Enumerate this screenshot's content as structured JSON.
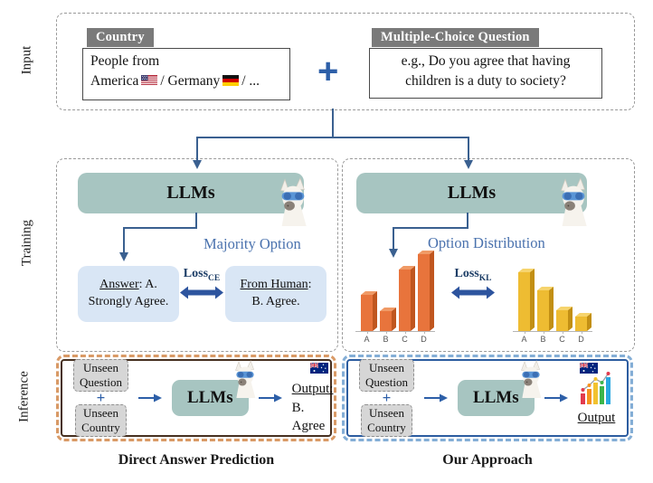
{
  "sections": {
    "input": "Input",
    "training": "Training",
    "inference": "Inference"
  },
  "input": {
    "country_header": "Country",
    "country_line1": "People from",
    "country_frag_america": "America",
    "country_frag_germany": "/ Germany",
    "country_frag_more": "/ ...",
    "plus": "+",
    "mcq_header": "Multiple-Choice Question",
    "mcq_line1": "e.g., Do you agree that having",
    "mcq_line2": "children is a duty to society?"
  },
  "training": {
    "left": {
      "llm": "LLMs",
      "title": "Majority Option",
      "answer_underlined": "Answer",
      "answer_rest": ": A.",
      "answer_line2": "Strongly Agree.",
      "loss": "Loss",
      "loss_sub": "CE",
      "human_underlined": "From Human",
      "human_rest": ":",
      "human_line2": "B. Agree."
    },
    "right": {
      "llm": "LLMs",
      "title": "Option Distribution",
      "loss": "Loss",
      "loss_sub": "KL"
    }
  },
  "chart_data": [
    {
      "type": "bar",
      "title": "LLM predicted option distribution",
      "categories": [
        "A",
        "B",
        "C",
        "D"
      ],
      "values": [
        40,
        22,
        68,
        85
      ],
      "unit": "relative bar height (px)",
      "colors": {
        "front": "#e8743c",
        "side": "#c0561f",
        "top": "#f09a66"
      },
      "grid": false,
      "legend_position": "none"
    },
    {
      "type": "bar",
      "title": "Human option distribution",
      "categories": [
        "A",
        "B",
        "C",
        "D"
      ],
      "values": [
        65,
        45,
        23,
        16
      ],
      "unit": "relative bar height (px)",
      "colors": {
        "front": "#eebc32",
        "side": "#c28f14",
        "top": "#f6d46d"
      },
      "grid": false,
      "legend_position": "none"
    }
  ],
  "inference": {
    "left": {
      "unseen_question": "Unseen\nQuestion",
      "plus": "+",
      "unseen_country": "Unseen\nCountry",
      "llm": "LLMs",
      "output_label": "Output:",
      "output_value": "B. Agree",
      "caption": "Direct Answer Prediction"
    },
    "right": {
      "unseen_question": "Unseen\nQuestion",
      "plus": "+",
      "unseen_country": "Unseen\nCountry",
      "llm": "LLMs",
      "output_label": "Output",
      "caption": "Our Approach"
    }
  },
  "icons": {
    "llama": "llama-with-sunglasses",
    "us_flag": "flag-united-states",
    "de_flag": "flag-germany",
    "au_flag": "flag-australia",
    "output_chart": "colorful-bar-chart-icon"
  },
  "colors": {
    "llm_pill": "#a7c5c1",
    "accent_blue": "#2d5fa8",
    "arrow_blue": "#3a6090",
    "light_blue_box": "#d9e6f5",
    "header_gray": "#7a7a7a",
    "orange_border": "#d99a66",
    "blue_border": "#84aed6"
  }
}
